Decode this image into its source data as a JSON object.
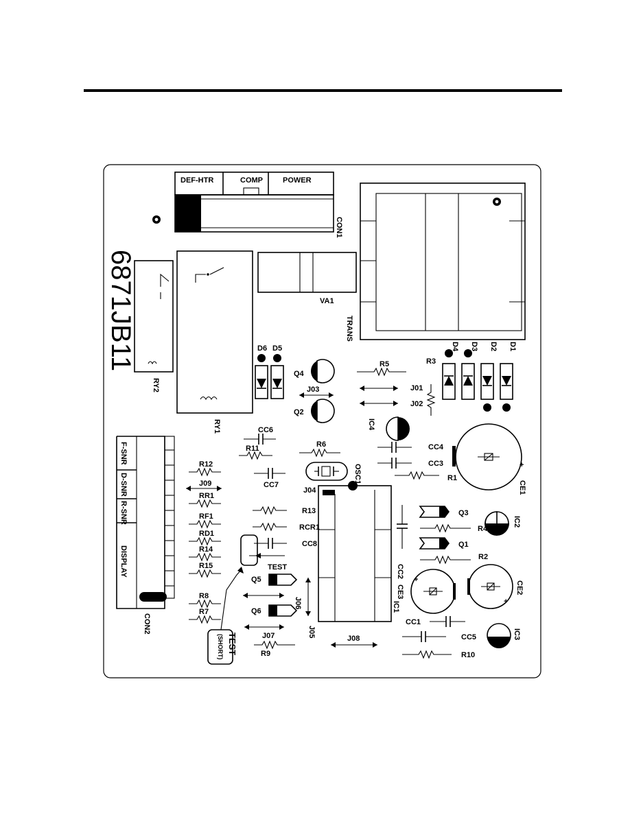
{
  "board": {
    "code": "6871JB11",
    "connectors": {
      "con1": {
        "name": "CON1",
        "terminals": [
          "DEF-HTR",
          "COMP",
          "POWER"
        ]
      },
      "con2": {
        "name": "CON2",
        "terminals": [
          "F-SNR",
          "D-SNR",
          "R-SNR",
          "DISPLAY"
        ]
      }
    },
    "relays": [
      "RY2",
      "RY1"
    ],
    "varistor": "VA1",
    "transformer": "TRANS",
    "diodes": [
      "D6",
      "D5",
      "D4",
      "D3",
      "D2",
      "D1"
    ],
    "transistors": [
      "Q4",
      "Q2",
      "Q3",
      "Q1",
      "Q5",
      "Q6"
    ],
    "ics": [
      "IC4",
      "IC1",
      "IC2",
      "IC3"
    ],
    "electrolytic_caps": [
      "CE1",
      "CE2",
      "CE3"
    ],
    "ceramic_caps": [
      "CC6",
      "CC7",
      "CC4",
      "CC3",
      "CC8",
      "CC2",
      "CC1",
      "CC5"
    ],
    "resistors": [
      "R5",
      "R3",
      "R6",
      "R11",
      "R12",
      "RR1",
      "RF1",
      "RD1",
      "R14",
      "R15",
      "R8",
      "R7",
      "R13",
      "RCR1",
      "R1",
      "R4",
      "R2",
      "R9",
      "R10"
    ],
    "jumpers": [
      "J01",
      "J02",
      "J03",
      "J04",
      "J05",
      "J06",
      "J07",
      "J08",
      "J09"
    ],
    "oscillator": "OSC1",
    "test_point": "TEST",
    "test_short": [
      "TEST",
      "(SHORT)"
    ],
    "polarity": "+"
  }
}
